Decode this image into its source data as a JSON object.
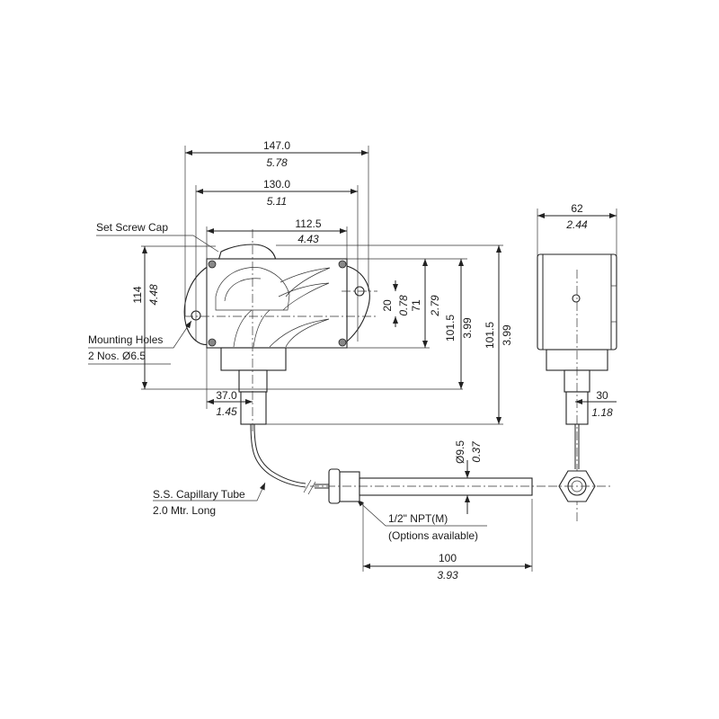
{
  "front_view": {
    "overall_width": {
      "mm": "147.0",
      "in": "5.78"
    },
    "hole_spacing_width": {
      "mm": "130.0",
      "in": "5.11"
    },
    "body_width": {
      "mm": "112.5",
      "in": "4.43"
    },
    "overall_height_left": {
      "mm": "114",
      "in": "4.48"
    },
    "hole_offset": {
      "mm": "20",
      "in": "0.78"
    },
    "body_height": {
      "mm": "71",
      "in": "2.79"
    },
    "height_to_stem": {
      "mm": "101.5",
      "in": "3.99"
    },
    "overall_height_right": {
      "mm": "101.5",
      "in": "3.99"
    },
    "stem_offset": {
      "mm": "37.0",
      "in": "1.45"
    }
  },
  "labels": {
    "set_screw_cap": "Set Screw Cap",
    "mounting_holes_1": "Mounting Holes",
    "mounting_holes_2": "2 Nos.  Ø6.5",
    "capillary_1": "S.S. Capillary Tube",
    "capillary_2": "2.0 Mtr. Long",
    "npt_1": "1/2\" NPT(M)",
    "npt_2": "(Options available)"
  },
  "probe": {
    "diameter": {
      "mm": "Ø9.5",
      "in": "0.37"
    },
    "length": {
      "mm": "100",
      "in": "3.93"
    }
  },
  "side_view": {
    "depth": {
      "mm": "62",
      "in": "2.44"
    },
    "stem_width": {
      "mm": "30",
      "in": "1.18"
    }
  }
}
